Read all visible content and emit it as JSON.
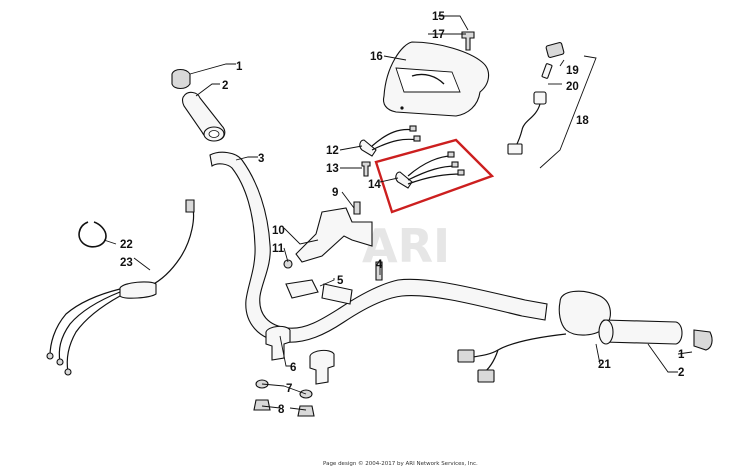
{
  "diagram": {
    "watermark_text": "ARI",
    "highlight_color": "#cc1f1f",
    "footer_text": "Page design © 2004-2017 by ARI Network Services, Inc.",
    "callouts": {
      "c1a": "1",
      "c2a": "2",
      "c3": "3",
      "c4": "4",
      "c5": "5",
      "c6": "6",
      "c7": "7",
      "c8": "8",
      "c9": "9",
      "c10": "10",
      "c11": "11",
      "c12": "12",
      "c13": "13",
      "c14": "14",
      "c15": "15",
      "c16": "16",
      "c17": "17",
      "c18": "18",
      "c19": "19",
      "c20": "20",
      "c21": "21",
      "c22": "22",
      "c23": "23",
      "c1b": "1",
      "c2b": "2"
    }
  }
}
